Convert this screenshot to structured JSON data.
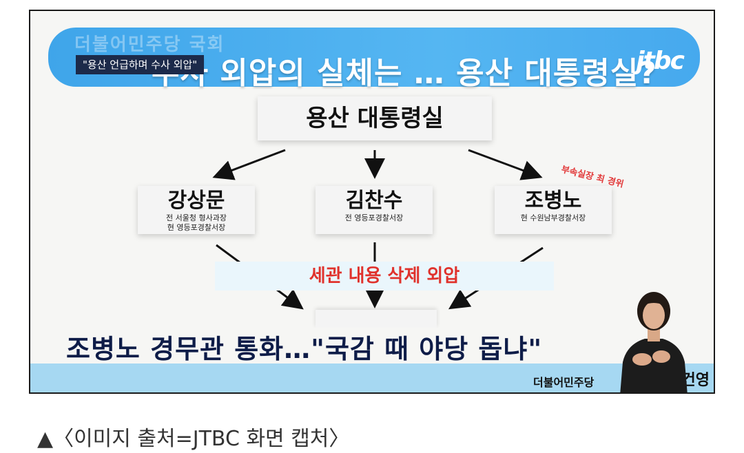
{
  "screen": {
    "program_text": "더불어민주당 국회",
    "ticker": "\"용산 언급하며 수사 외압\"",
    "title": "수사 외압의 실체는 … 용산 대통령실?",
    "logo": "jtbc",
    "org_top": "용산 대통령실",
    "people": [
      {
        "name": "강상문",
        "roles": [
          "전 서울청 형사과장",
          "현 영등포경찰서장"
        ]
      },
      {
        "name": "김찬수",
        "roles": [
          "전 영등포경찰서장"
        ]
      },
      {
        "name": "조병노",
        "roles": [
          "현 수원남부경찰서장"
        ]
      }
    ],
    "badge": "부속실장 최 경위",
    "pressure_label": "세관 내용 삭제 외압",
    "caption": "조병노 경무관 통화…\"국감 때 야당 돕냐\"",
    "party": "더불어민주당",
    "speaker_tail": "건영"
  },
  "source_caption": "▲〈이미지 출처=JTBC 화면 캡처〉",
  "colors": {
    "title_bar": "#4aaeee",
    "caption_text": "#0e1c48",
    "pressure_text": "#e0322c",
    "bottom_band": "#a6d8f2"
  }
}
